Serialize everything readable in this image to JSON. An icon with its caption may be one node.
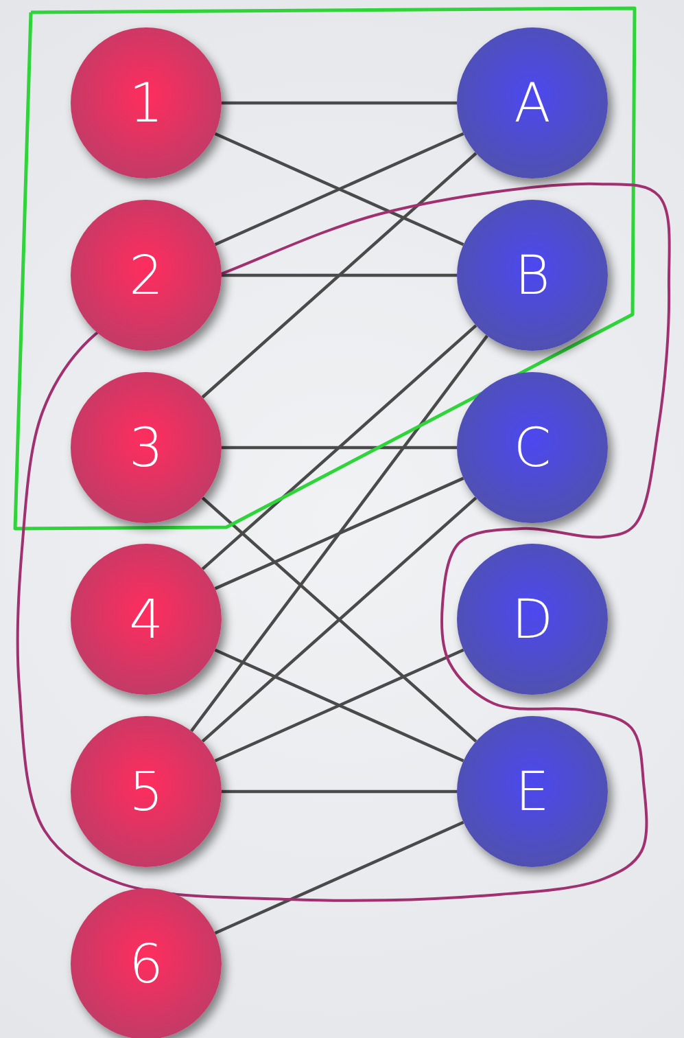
{
  "diagram": {
    "nodes": [
      {
        "text": [
          "1"
        ]
      },
      {
        "text": [
          "2"
        ]
      },
      {
        "text": [
          "3"
        ]
      },
      {
        "text": [
          "4"
        ]
      },
      {
        "text": [
          "5"
        ]
      },
      {
        "text": [
          "6"
        ]
      },
      {
        "text": [
          "A"
        ]
      },
      {
        "text": [
          "B"
        ]
      },
      {
        "text": [
          "C"
        ]
      },
      {
        "text": [
          "D"
        ]
      },
      {
        "text": [
          "E"
        ]
      }
    ],
    "edges": [
      {
        "from": 0,
        "to": 6,
        "arrow": "none"
      },
      {
        "from": 0,
        "to": 7,
        "arrow": "none"
      },
      {
        "from": 1,
        "to": 6,
        "arrow": "none"
      },
      {
        "from": 1,
        "to": 7,
        "arrow": "none"
      },
      {
        "from": 2,
        "to": 6,
        "arrow": "none"
      },
      {
        "from": 2,
        "to": 8,
        "arrow": "none"
      },
      {
        "from": 2,
        "to": 10,
        "arrow": "none"
      },
      {
        "from": 3,
        "to": 7,
        "arrow": "none"
      },
      {
        "from": 3,
        "to": 8,
        "arrow": "none"
      },
      {
        "from": 3,
        "to": 10,
        "arrow": "none"
      },
      {
        "from": 4,
        "to": 7,
        "arrow": "none"
      },
      {
        "from": 4,
        "to": 8,
        "arrow": "none"
      },
      {
        "from": 4,
        "to": 9,
        "arrow": "none"
      },
      {
        "from": 4,
        "to": 10,
        "arrow": "none"
      },
      {
        "from": 5,
        "to": 10,
        "arrow": "none"
      }
    ]
  }
}
